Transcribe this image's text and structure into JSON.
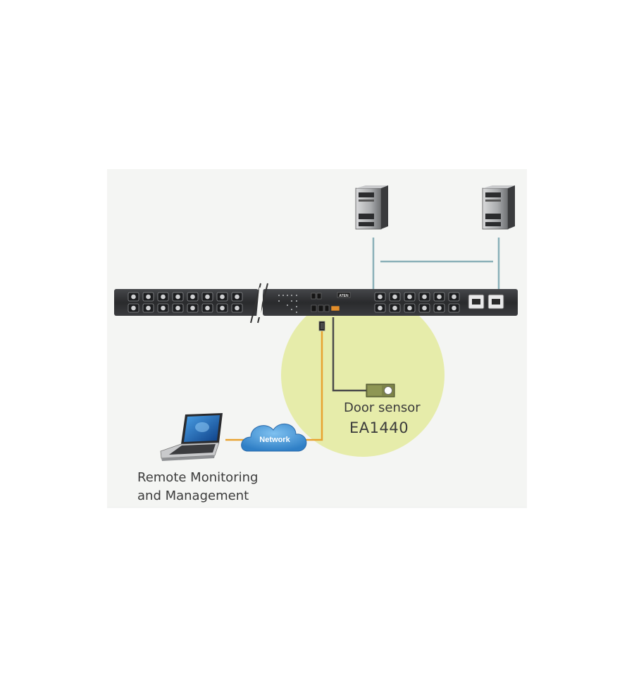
{
  "diagram": {
    "network_label": "Network",
    "door_sensor_label": "Door sensor",
    "model_label": "EA1440",
    "remote_label_line1": "Remote Monitoring",
    "remote_label_line2": "and Management",
    "pdu_brand_label": "ATEN"
  },
  "colors": {
    "panel_bg": "#f3f4f2",
    "pdu_body": "#2e2f31",
    "highlight_circle": "#e6ecaa",
    "network_cable": "#e8a230",
    "sensor_cable": "#4a4a4a",
    "server_link": "#8ab0b8",
    "cloud": "#3f8fd0"
  },
  "icons": [
    "server-tower-icon",
    "laptop-icon",
    "cloud-icon",
    "door-sensor-icon",
    "pdu-unit",
    "outlet-icon"
  ]
}
